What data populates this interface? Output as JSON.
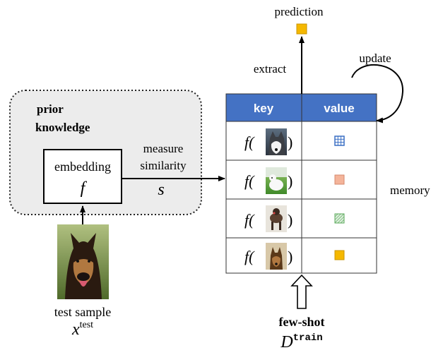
{
  "prior_knowledge": {
    "label_line1": "prior",
    "label_line2": "knowledge"
  },
  "embedding": {
    "label": "embedding",
    "symbol": "f"
  },
  "measure": {
    "line1": "measure",
    "line2": "similarity",
    "symbol": "s"
  },
  "test": {
    "label": "test sample",
    "symbol": "x",
    "superscript": "test"
  },
  "memory": {
    "label": "memory",
    "header_key": "key",
    "header_value": "value",
    "header_color": "#4472c4",
    "rows": [
      {
        "key_func": "f(",
        "key_close": ")",
        "dog_image": "husky-dog-photo",
        "value_icon": "grid-square-icon",
        "value_color": "#3a6fc4"
      },
      {
        "key_func": "f(",
        "key_close": ")",
        "dog_image": "white-dog-on-grass-photo",
        "value_icon": "salmon-square-icon",
        "value_color": "#f4b49a"
      },
      {
        "key_func": "f(",
        "key_close": ")",
        "dog_image": "standing-dog-photo",
        "value_icon": "hatched-green-square-icon",
        "value_color": "#8cc98c"
      },
      {
        "key_func": "f(",
        "key_close": ")",
        "dog_image": "german-shepherd-photo",
        "value_icon": "yellow-square-icon",
        "value_color": "#f5b800"
      }
    ]
  },
  "prediction": {
    "label": "prediction",
    "color": "#f5b800"
  },
  "extract_label": "extract",
  "update_label": "update",
  "few_shot": {
    "label": "few-shot",
    "symbol": "D",
    "superscript": "train"
  }
}
